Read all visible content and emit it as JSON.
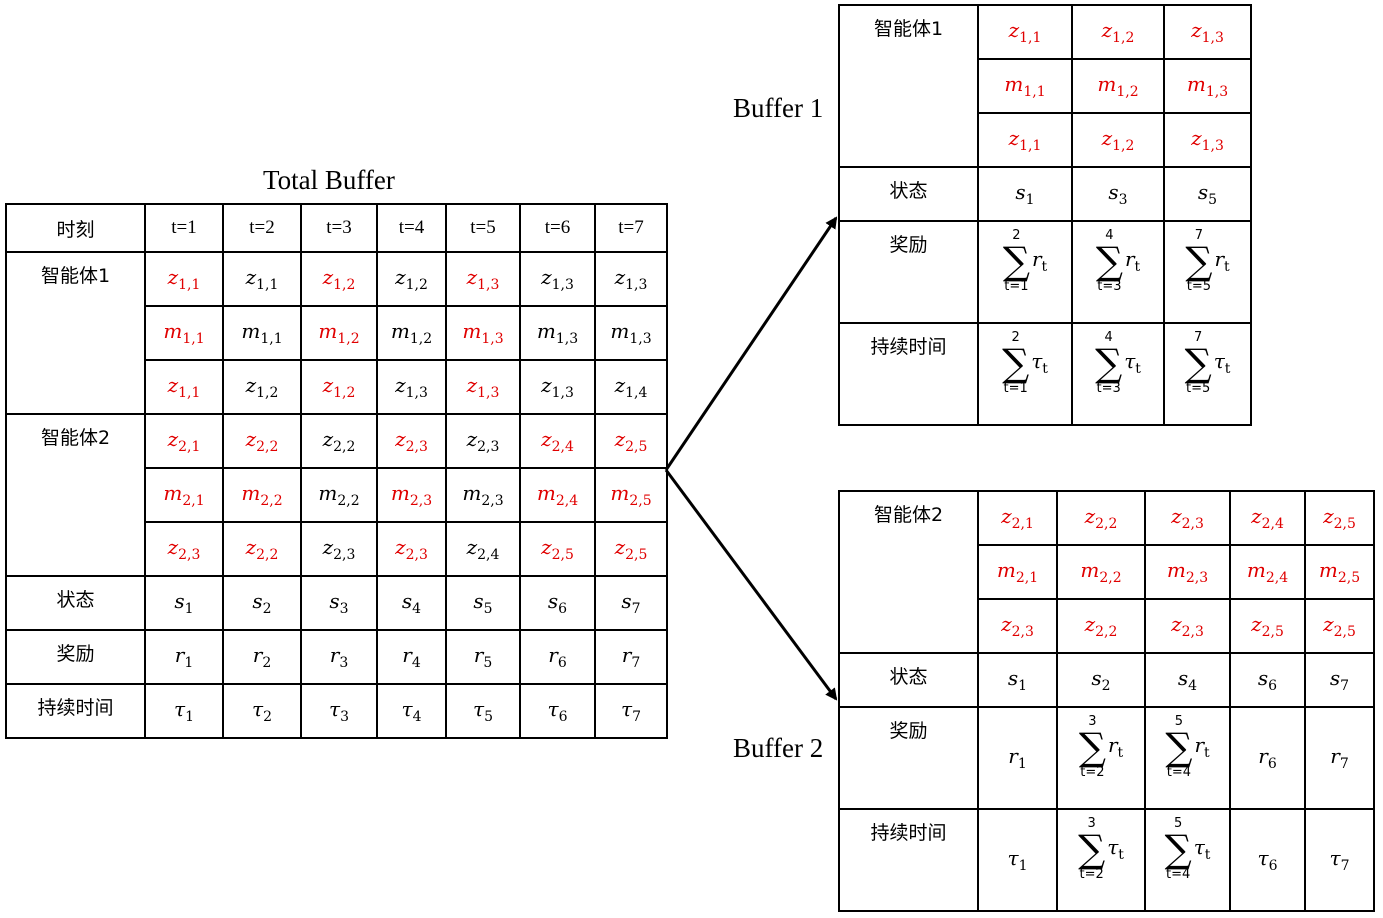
{
  "total_buffer": {
    "title": "Total Buffer",
    "time_header": "时刻",
    "time_labels": [
      "t=1",
      "t=2",
      "t=3",
      "t=4",
      "t=5",
      "t=6",
      "t=7"
    ],
    "agent1": {
      "label": "智能体1",
      "rows": [
        [
          {
            "b": "z",
            "s": "1,1",
            "r": true
          },
          {
            "b": "z",
            "s": "1,1",
            "r": false
          },
          {
            "b": "z",
            "s": "1,2",
            "r": true
          },
          {
            "b": "z",
            "s": "1,2",
            "r": false
          },
          {
            "b": "z",
            "s": "1,3",
            "r": true
          },
          {
            "b": "z",
            "s": "1,3",
            "r": false
          },
          {
            "b": "z",
            "s": "1,3",
            "r": false
          }
        ],
        [
          {
            "b": "m",
            "s": "1,1",
            "r": true
          },
          {
            "b": "m",
            "s": "1,1",
            "r": false
          },
          {
            "b": "m",
            "s": "1,2",
            "r": true
          },
          {
            "b": "m",
            "s": "1,2",
            "r": false
          },
          {
            "b": "m",
            "s": "1,3",
            "r": true
          },
          {
            "b": "m",
            "s": "1,3",
            "r": false
          },
          {
            "b": "m",
            "s": "1,3",
            "r": false
          }
        ],
        [
          {
            "b": "z",
            "s": "1,1",
            "r": true
          },
          {
            "b": "z",
            "s": "1,2",
            "r": false
          },
          {
            "b": "z",
            "s": "1,2",
            "r": true
          },
          {
            "b": "z",
            "s": "1,3",
            "r": false
          },
          {
            "b": "z",
            "s": "1,3",
            "r": true
          },
          {
            "b": "z",
            "s": "1,3",
            "r": false
          },
          {
            "b": "z",
            "s": "1,4",
            "r": false
          }
        ]
      ]
    },
    "agent2": {
      "label": "智能体2",
      "rows": [
        [
          {
            "b": "z",
            "s": "2,1",
            "r": true
          },
          {
            "b": "z",
            "s": "2,2",
            "r": true
          },
          {
            "b": "z",
            "s": "2,2",
            "r": false
          },
          {
            "b": "z",
            "s": "2,3",
            "r": true
          },
          {
            "b": "z",
            "s": "2,3",
            "r": false
          },
          {
            "b": "z",
            "s": "2,4",
            "r": true
          },
          {
            "b": "z",
            "s": "2,5",
            "r": true
          }
        ],
        [
          {
            "b": "m",
            "s": "2,1",
            "r": true
          },
          {
            "b": "m",
            "s": "2,2",
            "r": true
          },
          {
            "b": "m",
            "s": "2,2",
            "r": false
          },
          {
            "b": "m",
            "s": "2,3",
            "r": true
          },
          {
            "b": "m",
            "s": "2,3",
            "r": false
          },
          {
            "b": "m",
            "s": "2,4",
            "r": true
          },
          {
            "b": "m",
            "s": "2,5",
            "r": true
          }
        ],
        [
          {
            "b": "z",
            "s": "2,3",
            "r": true
          },
          {
            "b": "z",
            "s": "2,2",
            "r": true
          },
          {
            "b": "z",
            "s": "2,3",
            "r": false
          },
          {
            "b": "z",
            "s": "2,3",
            "r": true
          },
          {
            "b": "z",
            "s": "2,4",
            "r": false
          },
          {
            "b": "z",
            "s": "2,5",
            "r": true
          },
          {
            "b": "z",
            "s": "2,5",
            "r": true
          }
        ]
      ]
    },
    "state": {
      "label": "状态",
      "values": [
        {
          "b": "s",
          "s": "1"
        },
        {
          "b": "s",
          "s": "2"
        },
        {
          "b": "s",
          "s": "3"
        },
        {
          "b": "s",
          "s": "4"
        },
        {
          "b": "s",
          "s": "5"
        },
        {
          "b": "s",
          "s": "6"
        },
        {
          "b": "s",
          "s": "7"
        }
      ]
    },
    "reward": {
      "label": "奖励",
      "values": [
        {
          "b": "r",
          "s": "1"
        },
        {
          "b": "r",
          "s": "2"
        },
        {
          "b": "r",
          "s": "3"
        },
        {
          "b": "r",
          "s": "4"
        },
        {
          "b": "r",
          "s": "5"
        },
        {
          "b": "r",
          "s": "6"
        },
        {
          "b": "r",
          "s": "7"
        }
      ]
    },
    "duration": {
      "label": "持续时间",
      "values": [
        {
          "b": "τ",
          "s": "1"
        },
        {
          "b": "τ",
          "s": "2"
        },
        {
          "b": "τ",
          "s": "3"
        },
        {
          "b": "τ",
          "s": "4"
        },
        {
          "b": "τ",
          "s": "5"
        },
        {
          "b": "τ",
          "s": "6"
        },
        {
          "b": "τ",
          "s": "7"
        }
      ]
    }
  },
  "buffer1": {
    "title": "Buffer 1",
    "agent_label": "智能体1",
    "rows": [
      [
        {
          "b": "z",
          "s": "1,1",
          "r": true
        },
        {
          "b": "z",
          "s": "1,2",
          "r": true
        },
        {
          "b": "z",
          "s": "1,3",
          "r": true
        }
      ],
      [
        {
          "b": "m",
          "s": "1,1",
          "r": true
        },
        {
          "b": "m",
          "s": "1,2",
          "r": true
        },
        {
          "b": "m",
          "s": "1,3",
          "r": true
        }
      ],
      [
        {
          "b": "z",
          "s": "1,1",
          "r": true
        },
        {
          "b": "z",
          "s": "1,2",
          "r": true
        },
        {
          "b": "z",
          "s": "1,3",
          "r": true
        }
      ]
    ],
    "state": {
      "label": "状态",
      "values": [
        {
          "b": "s",
          "s": "1"
        },
        {
          "b": "s",
          "s": "3"
        },
        {
          "b": "s",
          "s": "5"
        }
      ]
    },
    "reward": {
      "label": "奖励",
      "values": [
        {
          "sum": true,
          "upper": "2",
          "lower": "t=1",
          "b": "r",
          "s": "t"
        },
        {
          "sum": true,
          "upper": "4",
          "lower": "t=3",
          "b": "r",
          "s": "t"
        },
        {
          "sum": true,
          "upper": "7",
          "lower": "t=5",
          "b": "r",
          "s": "t"
        }
      ]
    },
    "duration": {
      "label": "持续时间",
      "values": [
        {
          "sum": true,
          "upper": "2",
          "lower": "t=1",
          "b": "τ",
          "s": "t"
        },
        {
          "sum": true,
          "upper": "4",
          "lower": "t=3",
          "b": "τ",
          "s": "t"
        },
        {
          "sum": true,
          "upper": "7",
          "lower": "t=5",
          "b": "τ",
          "s": "t"
        }
      ]
    }
  },
  "buffer2": {
    "title": "Buffer 2",
    "agent_label": "智能体2",
    "rows": [
      [
        {
          "b": "z",
          "s": "2,1",
          "r": true
        },
        {
          "b": "z",
          "s": "2,2",
          "r": true
        },
        {
          "b": "z",
          "s": "2,3",
          "r": true
        },
        {
          "b": "z",
          "s": "2,4",
          "r": true
        },
        {
          "b": "z",
          "s": "2,5",
          "r": true
        }
      ],
      [
        {
          "b": "m",
          "s": "2,1",
          "r": true
        },
        {
          "b": "m",
          "s": "2,2",
          "r": true
        },
        {
          "b": "m",
          "s": "2,3",
          "r": true
        },
        {
          "b": "m",
          "s": "2,4",
          "r": true
        },
        {
          "b": "m",
          "s": "2,5",
          "r": true
        }
      ],
      [
        {
          "b": "z",
          "s": "2,3",
          "r": true
        },
        {
          "b": "z",
          "s": "2,2",
          "r": true
        },
        {
          "b": "z",
          "s": "2,3",
          "r": true
        },
        {
          "b": "z",
          "s": "2,5",
          "r": true
        },
        {
          "b": "z",
          "s": "2,5",
          "r": true
        }
      ]
    ],
    "state": {
      "label": "状态",
      "values": [
        {
          "b": "s",
          "s": "1"
        },
        {
          "b": "s",
          "s": "2"
        },
        {
          "b": "s",
          "s": "4"
        },
        {
          "b": "s",
          "s": "6"
        },
        {
          "b": "s",
          "s": "7"
        }
      ]
    },
    "reward": {
      "label": "奖励",
      "values": [
        {
          "b": "r",
          "s": "1"
        },
        {
          "sum": true,
          "upper": "3",
          "lower": "t=2",
          "b": "r",
          "s": "t"
        },
        {
          "sum": true,
          "upper": "5",
          "lower": "t=4",
          "b": "r",
          "s": "t"
        },
        {
          "b": "r",
          "s": "6"
        },
        {
          "b": "r",
          "s": "7"
        }
      ]
    },
    "duration": {
      "label": "持续时间",
      "values": [
        {
          "b": "τ",
          "s": "1"
        },
        {
          "sum": true,
          "upper": "3",
          "lower": "t=2",
          "b": "τ",
          "s": "t"
        },
        {
          "sum": true,
          "upper": "5",
          "lower": "t=4",
          "b": "τ",
          "s": "t"
        },
        {
          "b": "τ",
          "s": "6"
        },
        {
          "b": "τ",
          "s": "7"
        }
      ]
    }
  },
  "colors": {
    "highlight": "#e00000",
    "line": "#000000"
  }
}
